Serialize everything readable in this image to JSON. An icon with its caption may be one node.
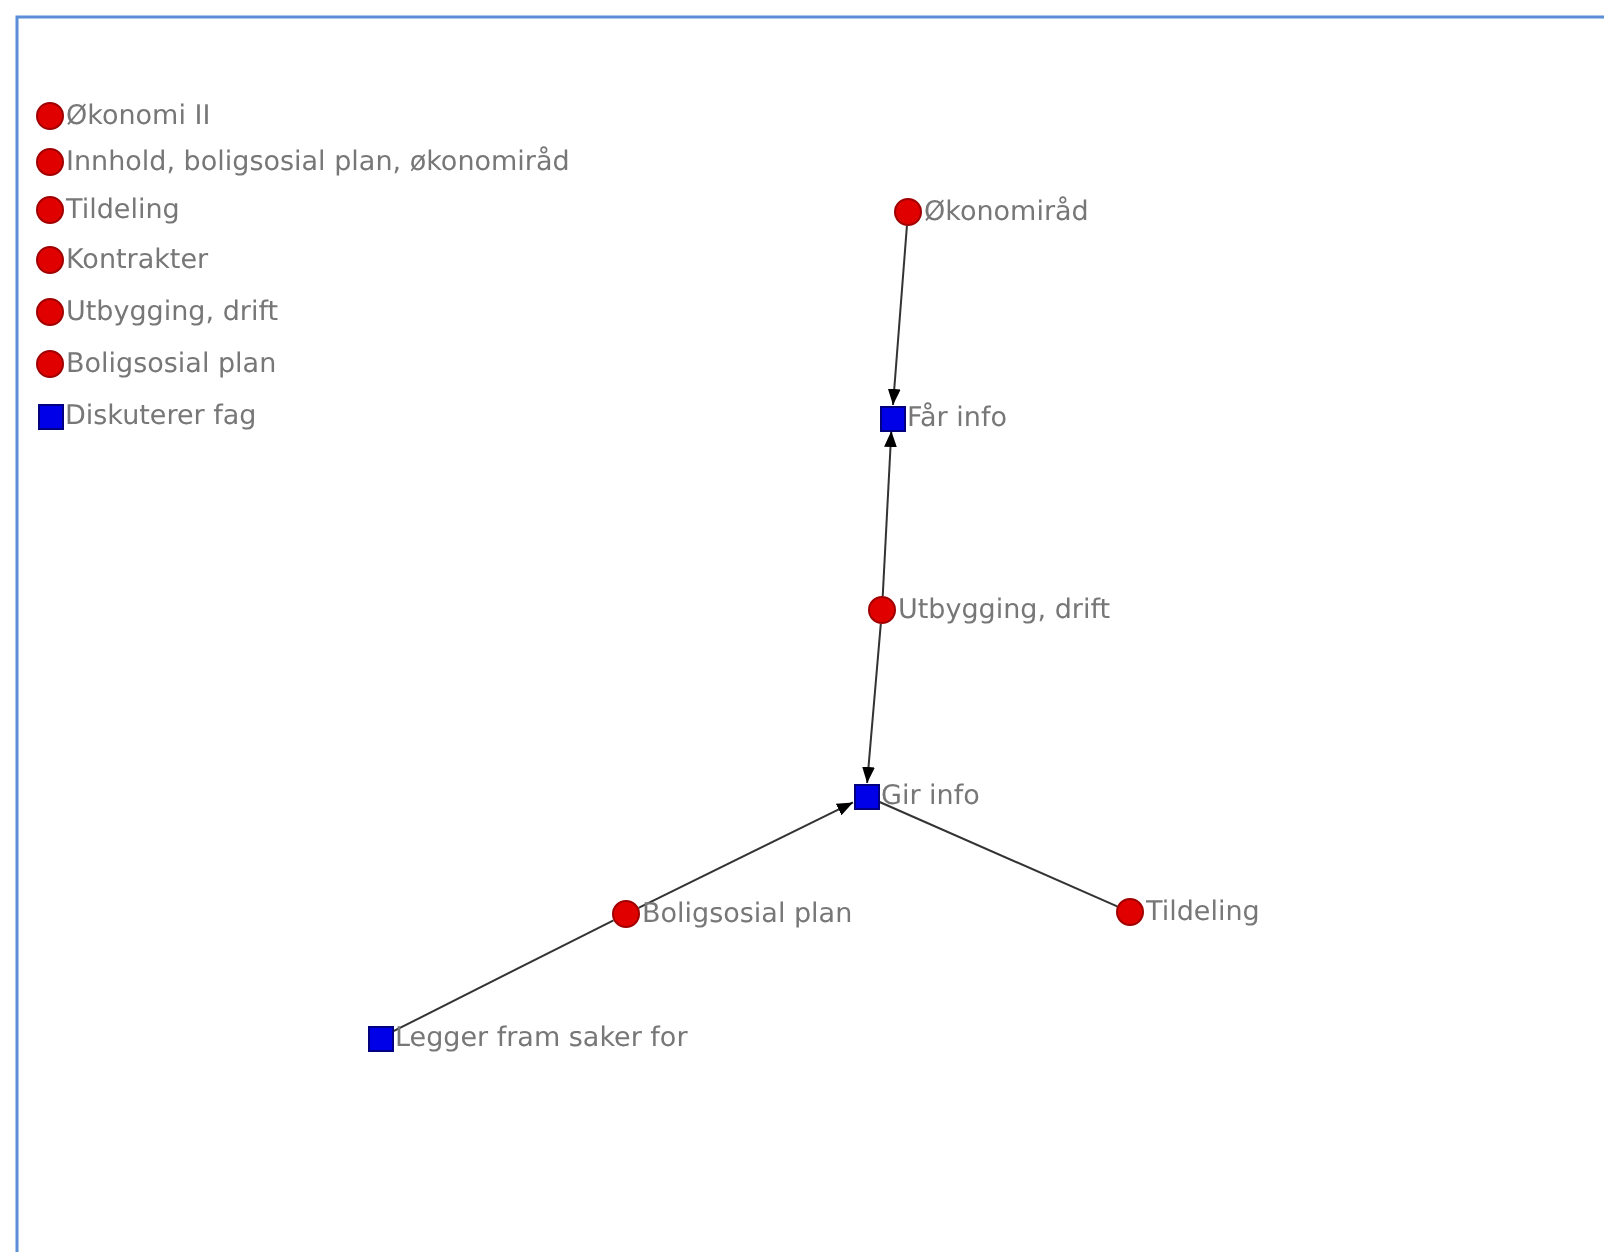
{
  "diagram": {
    "nodes": [
      {
        "text": [],
        "shape": "circle",
        "beside": [
          "Økonomi II"
        ]
      },
      {
        "text": [],
        "shape": "circle",
        "beside": [
          "Innhold, boligsosial plan, økonomiråd"
        ]
      },
      {
        "text": [],
        "shape": "circle",
        "beside": [
          "Tildeling"
        ]
      },
      {
        "text": [],
        "shape": "circle",
        "beside": [
          "Kontrakter"
        ]
      },
      {
        "text": [],
        "shape": "circle",
        "beside": [
          "Utbygging, drift"
        ]
      },
      {
        "text": [],
        "shape": "circle",
        "beside": [
          "Boligsosial plan"
        ]
      },
      {
        "text": [],
        "shape": "box",
        "beside": [
          "Diskuterer fag"
        ]
      },
      {
        "text": [],
        "shape": "circle",
        "beside": [
          "Økonomiråd"
        ]
      },
      {
        "text": [],
        "shape": "box",
        "beside": [
          "Får info"
        ]
      },
      {
        "text": [],
        "shape": "circle",
        "beside": [
          "Utbygging, drift"
        ]
      },
      {
        "text": [],
        "shape": "box",
        "beside": [
          "Gir info"
        ]
      },
      {
        "text": [],
        "shape": "circle",
        "beside": [
          "Boligsosial plan"
        ]
      },
      {
        "text": [],
        "shape": "circle",
        "beside": [
          "Tildeling"
        ]
      },
      {
        "text": [],
        "shape": "box",
        "beside": [
          "Legger fram saker for"
        ]
      }
    ],
    "edges": [
      {
        "from": 7,
        "to": 8,
        "arrow": "to"
      },
      {
        "from": 9,
        "to": 8,
        "arrow": "to"
      },
      {
        "from": 9,
        "to": 10,
        "arrow": "to"
      },
      {
        "from": 11,
        "to": 10,
        "arrow": "to"
      },
      {
        "from": 10,
        "to": 12,
        "arrow": "none"
      },
      {
        "from": 13,
        "to": 11,
        "arrow": "none"
      }
    ]
  }
}
